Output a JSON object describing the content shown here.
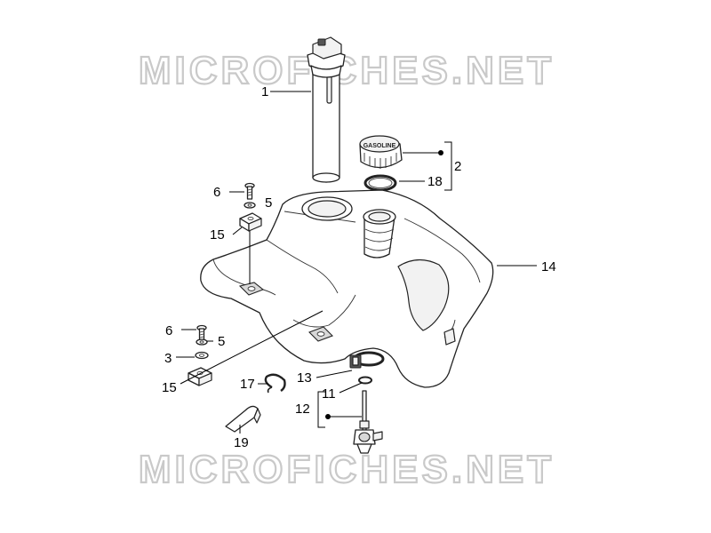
{
  "watermark": {
    "top": "MICROFICHES.NET",
    "bottom": "MICROFICHES.NET"
  },
  "callouts": {
    "c1": "1",
    "c2": "2",
    "c18": "18",
    "c14": "14",
    "c6a": "6",
    "c5a": "5",
    "c15a": "15",
    "c6b": "6",
    "c5b": "5",
    "c3": "3",
    "c15b": "15",
    "c17": "17",
    "c13": "13",
    "c11": "11",
    "c12": "12",
    "c19": "19"
  }
}
